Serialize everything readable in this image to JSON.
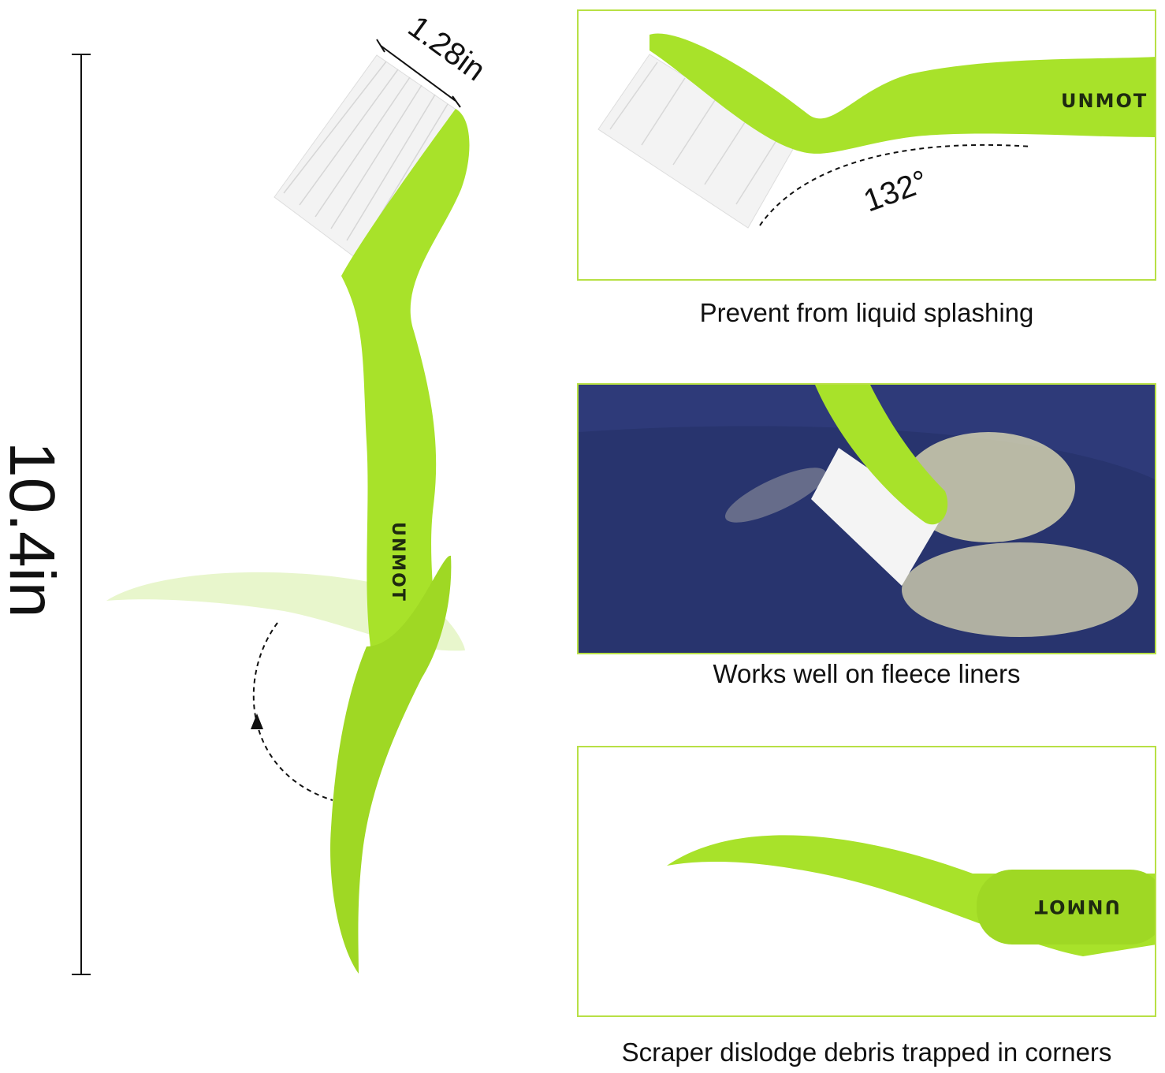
{
  "dimensions": {
    "length": "10.4in",
    "brush_width": "1.28in",
    "angle": "132°"
  },
  "brand": "UNMOT",
  "captions": [
    "Prevent from liquid splashing",
    "Works well on fleece liners",
    "Scraper dislodge debris trapped in corners"
  ],
  "colors": {
    "brush_green": "#a8e22a",
    "frame_green": "#b8e045",
    "fabric_navy": "#28346e",
    "bristle": "#f2f2f2"
  }
}
